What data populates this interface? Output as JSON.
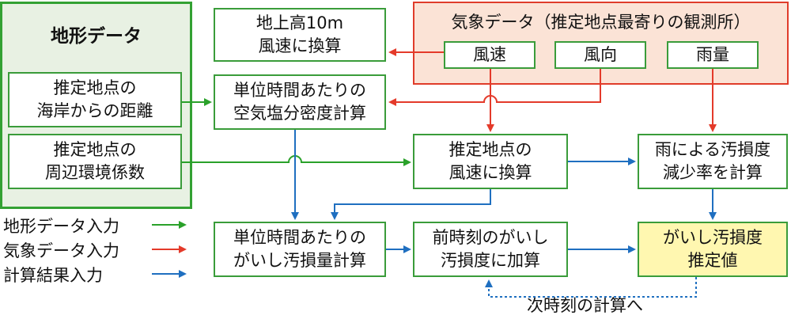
{
  "terrain": {
    "title": "地形データ",
    "box1_line1": "推定地点の",
    "box1_line2": "海岸からの距離",
    "box2_line1": "推定地点の",
    "box2_line2": "周辺環境係数"
  },
  "weather": {
    "title": "気象データ（推定地点最寄りの観測所）",
    "wind_speed": "風速",
    "wind_dir": "風向",
    "rain": "雨量"
  },
  "process": {
    "convert10m_line1": "地上高10m",
    "convert10m_line2": "風速に換算",
    "salt_line1": "単位時間あたりの",
    "salt_line2": "空気塩分密度計算",
    "wind_local_line1": "推定地点の",
    "wind_local_line2": "風速に換算",
    "rain_line1": "雨による汚損度",
    "rain_line2": "減少率を計算",
    "damage_line1": "単位時間あたりの",
    "damage_line2": "がいし汚損量計算",
    "add_line1": "前時刻のがいし",
    "add_line2": "汚損度に加算",
    "result_line1": "がいし汚損度",
    "result_line2": "推定値"
  },
  "legend": {
    "terrain": "地形データ入力",
    "weather": "気象データ入力",
    "calc": "計算結果入力"
  },
  "note": "次時刻の計算へ",
  "colors": {
    "terrain": "#2aa12a",
    "weather": "#e43a2a",
    "calc": "#1f6fc0",
    "result_fill": "#fff7b0",
    "weather_fill": "#fbe3d6",
    "terrain_fill": "#e8f1e3"
  }
}
